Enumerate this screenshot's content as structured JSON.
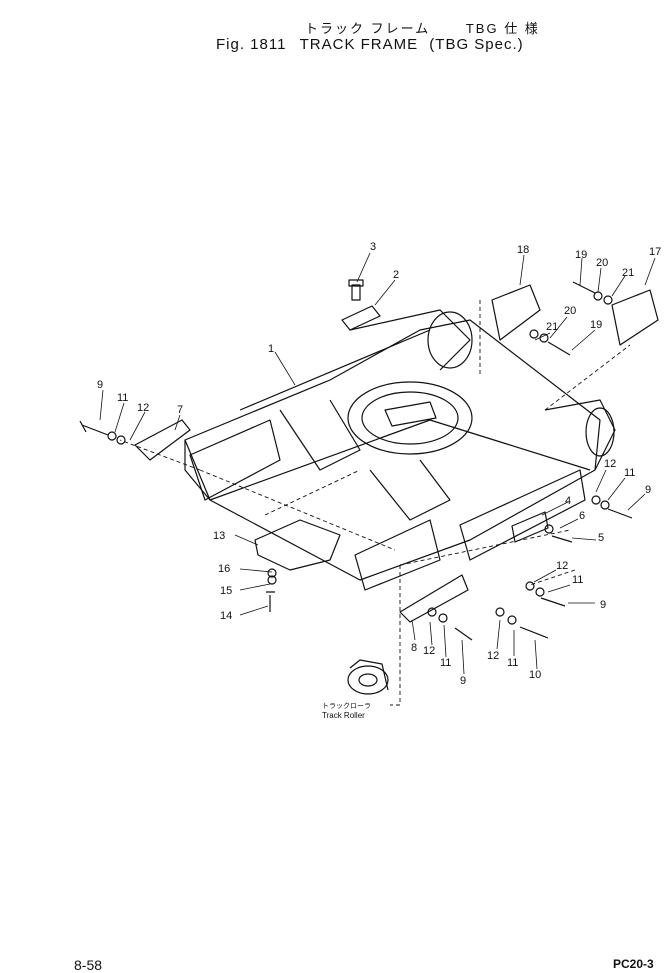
{
  "header": {
    "title_jp": "トラック フレーム",
    "spec_jp": "TBG 仕 様",
    "fig_label": "Fig. 1811",
    "title_en": "TRACK FRAME",
    "spec_en": "TBG Spec."
  },
  "callouts": [
    "1",
    "2",
    "3",
    "4",
    "5",
    "6",
    "7",
    "8",
    "9",
    "10",
    "11",
    "12",
    "13",
    "14",
    "15",
    "16",
    "17",
    "18",
    "19",
    "20",
    "21"
  ],
  "repeated_callouts": {
    "left_9": "9",
    "left_11": "11",
    "left_12": "12",
    "right_12a": "12",
    "right_11a": "11",
    "right_9a": "9",
    "mid_12": "12",
    "mid_11": "11",
    "mid_9": "9",
    "low_8": "8",
    "low_12a": "12",
    "low_11a": "11",
    "low_9": "9",
    "low_12b": "12",
    "low_11b": "11",
    "low_10": "10",
    "top_19b": "19",
    "top_20b": "20",
    "top_21b": "21"
  },
  "track_roller": {
    "label_jp": "トラックローラ",
    "label_en": "Track Roller"
  },
  "footer": {
    "page": "8-58",
    "model": "PC20-3"
  }
}
